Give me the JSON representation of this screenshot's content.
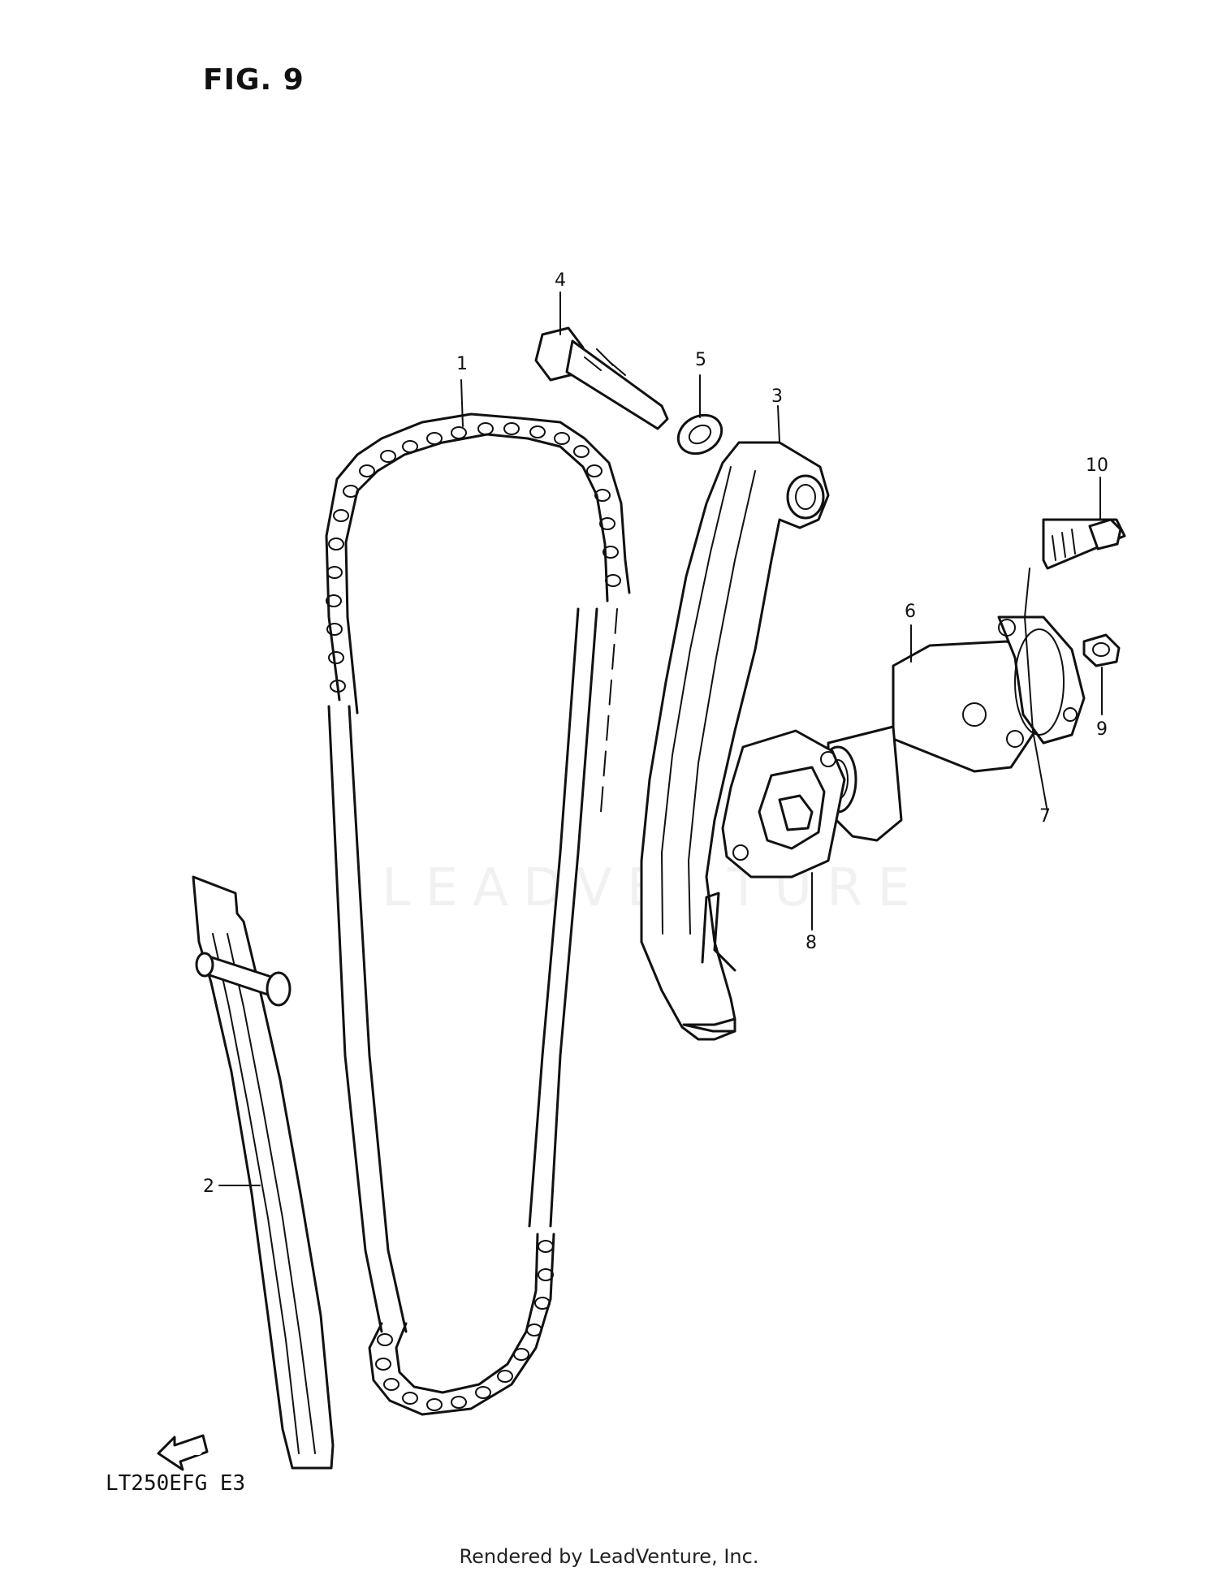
{
  "figure": {
    "title": "FIG. 9",
    "model_code": "LT250EFG E3",
    "credit": "Rendered by LeadVenture, Inc.",
    "watermark": "LEADVENTURE",
    "fwd_marker": "FWD"
  },
  "callouts": [
    "1",
    "2",
    "3",
    "4",
    "5",
    "6",
    "7",
    "8",
    "9",
    "10"
  ],
  "parts": [
    {
      "ref": "1",
      "name": "cam-chain-icon"
    },
    {
      "ref": "2",
      "name": "chain-guide-icon"
    },
    {
      "ref": "3",
      "name": "tensioner-arm-icon"
    },
    {
      "ref": "4",
      "name": "pivot-bolt-icon"
    },
    {
      "ref": "5",
      "name": "washer-icon"
    },
    {
      "ref": "6",
      "name": "tensioner-adjuster-icon"
    },
    {
      "ref": "7",
      "name": "o-ring-icon"
    },
    {
      "ref": "8",
      "name": "gasket-icon"
    },
    {
      "ref": "9",
      "name": "cap-bolt-icon"
    },
    {
      "ref": "10",
      "name": "bolt-icon"
    }
  ]
}
